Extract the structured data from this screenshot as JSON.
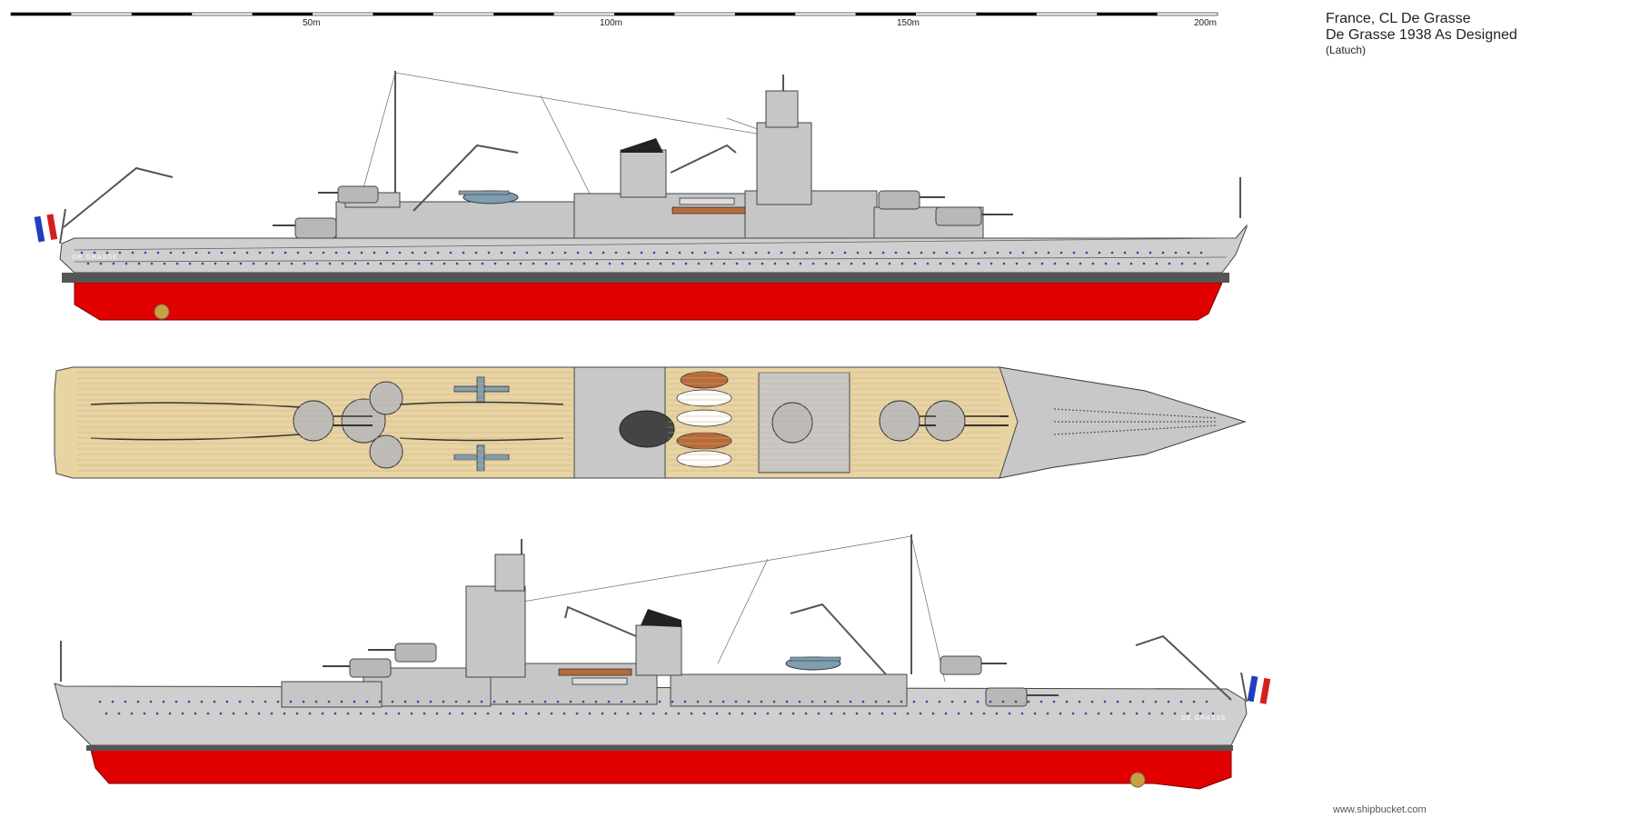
{
  "scale_bar": {
    "labels": [
      "50m",
      "100m",
      "150m",
      "200m"
    ]
  },
  "title": {
    "line1": "France, CL De Grasse",
    "line2": "De Grasse 1938 As Designed",
    "author": "(Latuch)"
  },
  "ship": {
    "hull_name": "DE GRASSE",
    "colors": {
      "hull_grey": "#c8c8c8",
      "antifouling_red": "#e00000",
      "deck_wood": "#e8d3a3",
      "flag_blue": "#1f3fbf",
      "flag_red": "#d42020"
    }
  },
  "views": {
    "upper": "starboard-profile",
    "middle": "plan-view",
    "lower": "port-profile"
  },
  "footer": {
    "site": "www.shipbucket.com"
  }
}
